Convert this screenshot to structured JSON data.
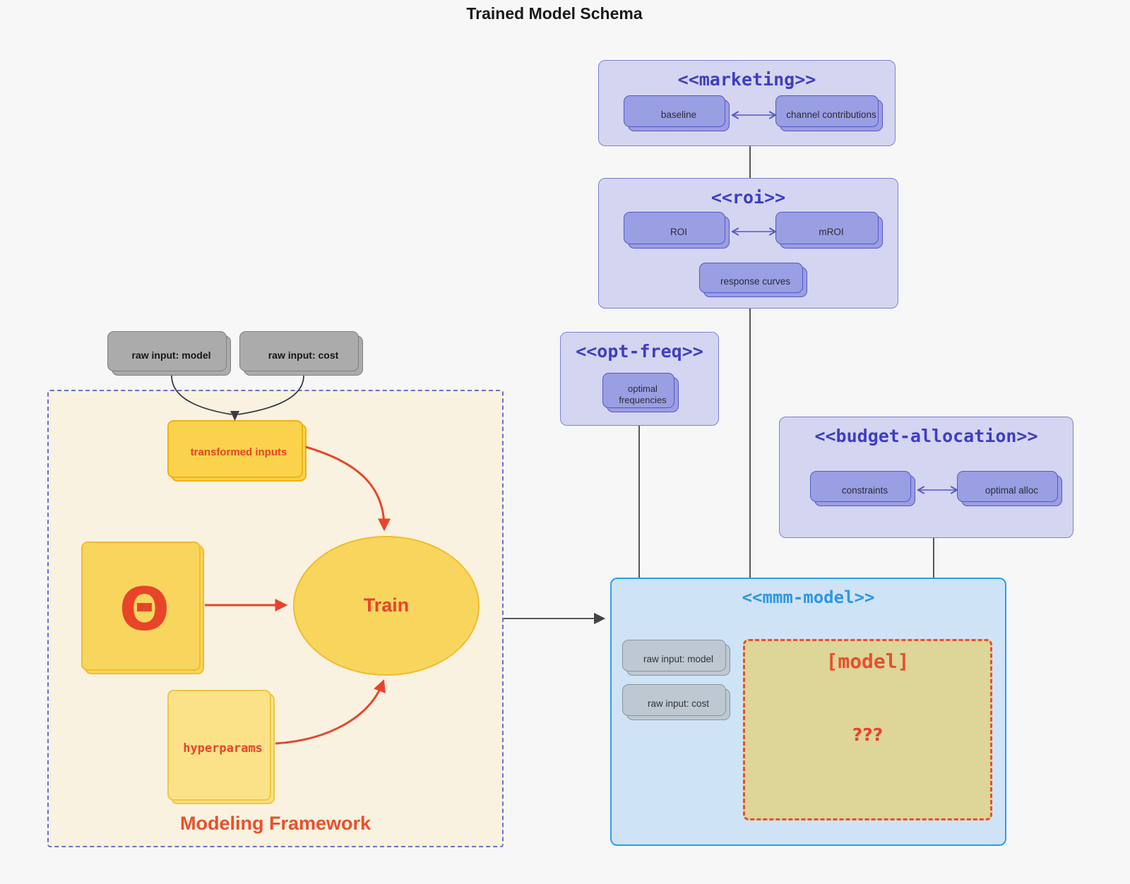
{
  "title": "Trained Model Schema",
  "marketing": {
    "title": "<<marketing>>",
    "baseline": "baseline",
    "channel": "channel contributions"
  },
  "roi": {
    "title": "<<roi>>",
    "roi": "ROI",
    "mroi": "mROI",
    "response": "response curves"
  },
  "optfreq": {
    "title": "<<opt-freq>>",
    "optimal": "optimal frequencies"
  },
  "budget": {
    "title": "<<budget-allocation>>",
    "constraints": "constraints",
    "alloc": "optimal alloc"
  },
  "mmm": {
    "title": "<<mmm-model>>",
    "raw_model": "raw input: model",
    "raw_cost": "raw input: cost",
    "model": "[model]",
    "unknown": "???"
  },
  "framework": {
    "label": "Modeling Framework",
    "transformed": "transformed inputs",
    "theta": "Θ",
    "train": "Train",
    "hyperparams": "hyperparams"
  },
  "raw_inputs": {
    "model": "raw input: model",
    "cost": "raw input: cost"
  },
  "colors": {
    "page_bg": "#f7f7f8",
    "purple_container": "#d4d5f0",
    "purple_container_border": "#7d81d6",
    "purple_title": "#3d3ec2",
    "purple_node": "#9a9ee3",
    "purple_node_border": "#5558c8",
    "blue_container": "#cfe3f6",
    "blue_border": "#2aa1e8",
    "blue_title": "#2e97e3",
    "gray_node": "#ababab",
    "gray_node_border": "#7f7f7f",
    "slate_node": "#bdc8d2",
    "slate_node_border": "#8a949d",
    "cream": "#f9f2e0",
    "cream_border": "#6a6fd8",
    "yellow": "#fbd24b",
    "yellow_border": "#edb214",
    "yellow_soft": "#f8d65e",
    "yellow_soft_border": "#f2bb2a",
    "yellow_pale": "#fbe289",
    "yellow_pale_border": "#f2c53d",
    "khaki": "#ded598",
    "red": "#e8442a",
    "connector": "#444444"
  }
}
